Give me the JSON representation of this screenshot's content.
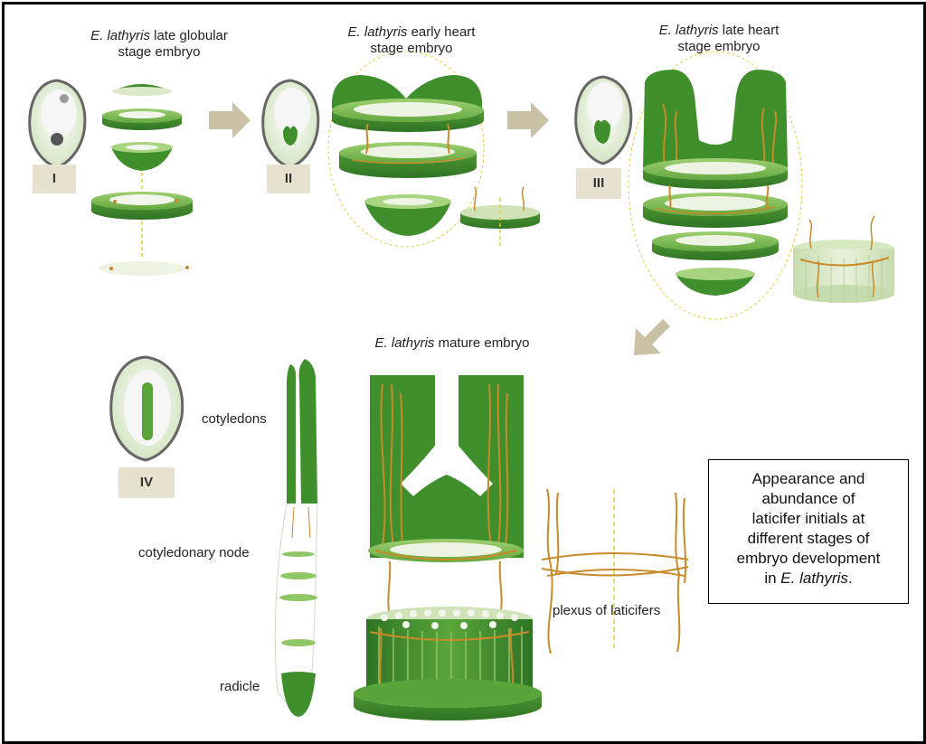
{
  "stages": [
    {
      "title_species": "E. lathyris",
      "title_rest": " late globular",
      "title_line2": "stage embryo",
      "numeral": "I"
    },
    {
      "title_species": "E. lathyris",
      "title_rest": " early heart",
      "title_line2": "stage embryo",
      "numeral": "II"
    },
    {
      "title_species": "E. lathyris",
      "title_rest": " late heart",
      "title_line2": "stage embryo",
      "numeral": "III"
    },
    {
      "title_species": "E. lathyris",
      "title_rest": " mature embryo",
      "title_line2": "",
      "numeral": "IV"
    }
  ],
  "labels": {
    "cotyledons": "cotyledons",
    "cotyledonary_node": "cotyledonary node",
    "radicle": "radicle",
    "plexus": "plexus of laticifers"
  },
  "note": {
    "line1": "Appearance and",
    "line2": "abundance of",
    "line3": "laticifer initials at",
    "line4": "different stages of",
    "line5": "embryo development",
    "line6_prefix": "in ",
    "line6_species": "E. lathyris",
    "line6_suffix": "."
  },
  "colors": {
    "embryo_green": "#3f8f2c",
    "light_green": "#7dbb4f",
    "pale_green": "#d6e8c0",
    "laticifer": "#c98a2a",
    "arrow": "#c9c0a6"
  }
}
